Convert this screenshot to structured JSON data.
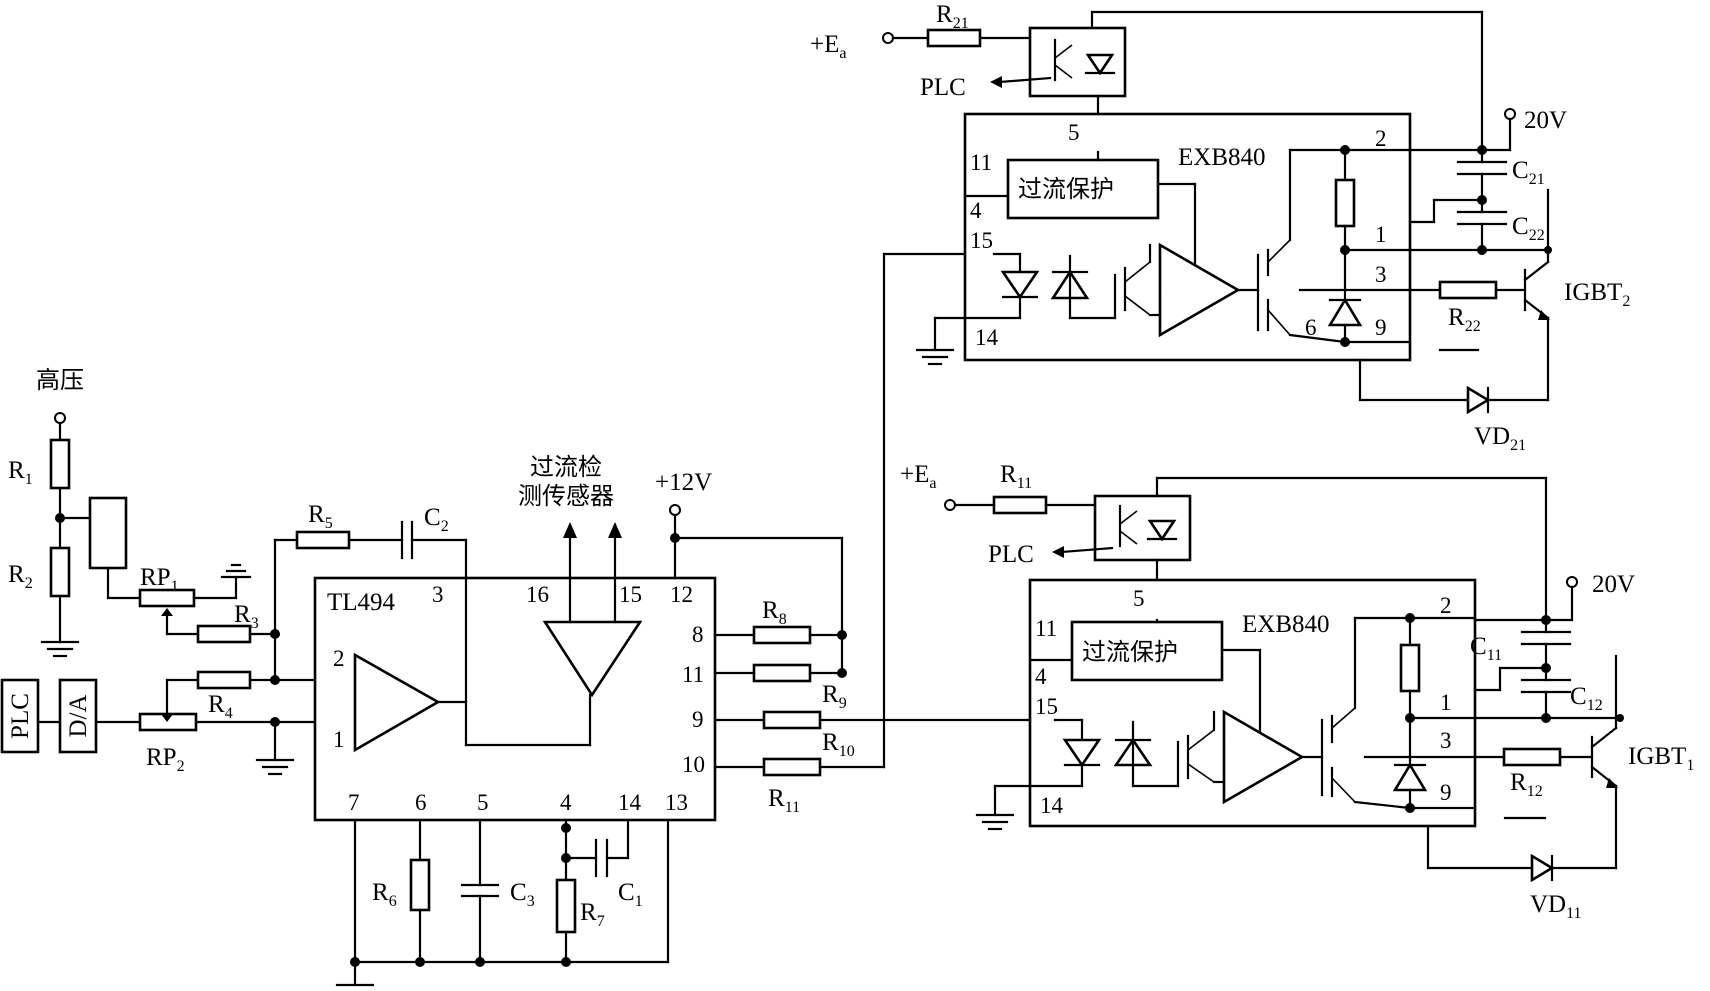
{
  "labels": {
    "high_voltage": "高压",
    "r1": "R",
    "r1_sub": "1",
    "r2": "R",
    "r2_sub": "2",
    "rp1": "RP",
    "rp1_sub": "1",
    "rp2": "RP",
    "rp2_sub": "2",
    "r3": "R",
    "r3_sub": "3",
    "r4": "R",
    "r4_sub": "4",
    "r5": "R",
    "r5_sub": "5",
    "c2": "C",
    "c2_sub": "2",
    "plc_left": "PLC",
    "da": "D/A",
    "tl494": "TL494",
    "sensor_line1": "过流检",
    "sensor_line2": "测传感器",
    "v12": "+12V",
    "r8": "R",
    "r8_sub": "8",
    "r9": "R",
    "r9_sub": "9",
    "r10": "R",
    "r10_sub": "10",
    "r11b": "R",
    "r11b_sub": "11",
    "r6": "R",
    "r6_sub": "6",
    "c3": "C",
    "c3_sub": "3",
    "r7": "R",
    "r7_sub": "7",
    "c1": "C",
    "c1_sub": "1"
  },
  "tl494_pins": {
    "p3": "3",
    "p16": "16",
    "p15": "15",
    "p12": "12",
    "p8": "8",
    "p11": "11",
    "p9": "9",
    "p10": "10",
    "p2": "2",
    "p1": "1",
    "p7": "7",
    "p6": "6",
    "p5": "5",
    "p4": "4",
    "p14": "14",
    "p13": "13"
  },
  "upper": {
    "ea": "+E",
    "ea_sub": "a",
    "r21": "R",
    "r21_sub": "21",
    "plc": "PLC",
    "v20": "20V",
    "exb": "EXB840",
    "ocp": "过流保护",
    "c21": "C",
    "c21_sub": "21",
    "c22": "C",
    "c22_sub": "22",
    "igbt": "IGBT",
    "igbt_sub": "2",
    "r22": "R",
    "r22_sub": "22",
    "vd": "VD",
    "vd_sub": "21",
    "pins": {
      "p5": "5",
      "p11": "11",
      "p4": "4",
      "p15": "15",
      "p14": "14",
      "p2": "2",
      "p1": "1",
      "p3": "3",
      "p6": "6",
      "p9": "9"
    }
  },
  "lower": {
    "ea": "+E",
    "ea_sub": "a",
    "r11": "R",
    "r11_sub": "11",
    "plc": "PLC",
    "v20": "20V",
    "exb": "EXB840",
    "ocp": "过流保护",
    "c11": "C",
    "c11_sub": "11",
    "c12": "C",
    "c12_sub": "12",
    "igbt": "IGBT",
    "igbt_sub": "1",
    "r12": "R",
    "r12_sub": "12",
    "vd": "VD",
    "vd_sub": "11",
    "pins": {
      "p5": "5",
      "p11": "11",
      "p4": "4",
      "p15": "15",
      "p14": "14",
      "p2": "2",
      "p1": "1",
      "p3": "3",
      "p9": "9"
    }
  }
}
